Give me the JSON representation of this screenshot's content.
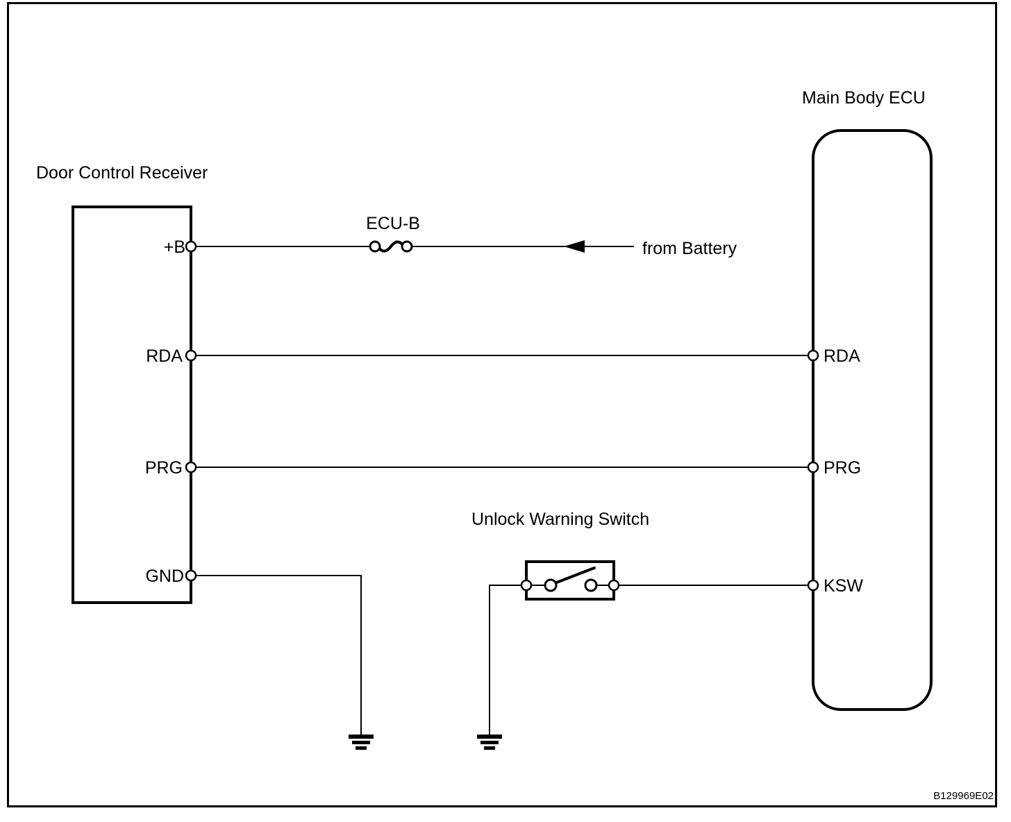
{
  "frame": {
    "code": "B129969E02"
  },
  "door_control_receiver": {
    "label": "Door Control Receiver",
    "terminals": {
      "b_plus": "+B",
      "rda": "RDA",
      "prg": "PRG",
      "gnd": "GND"
    }
  },
  "main_body_ecu": {
    "label": "Main Body ECU",
    "terminals": {
      "rda": "RDA",
      "prg": "PRG",
      "ksw": "KSW"
    }
  },
  "fuse": {
    "label": "ECU-B"
  },
  "power_source": {
    "label": "from Battery"
  },
  "unlock_warning_switch": {
    "label": "Unlock Warning Switch"
  },
  "colors": {
    "line": "#000000",
    "background": "#ffffff"
  }
}
